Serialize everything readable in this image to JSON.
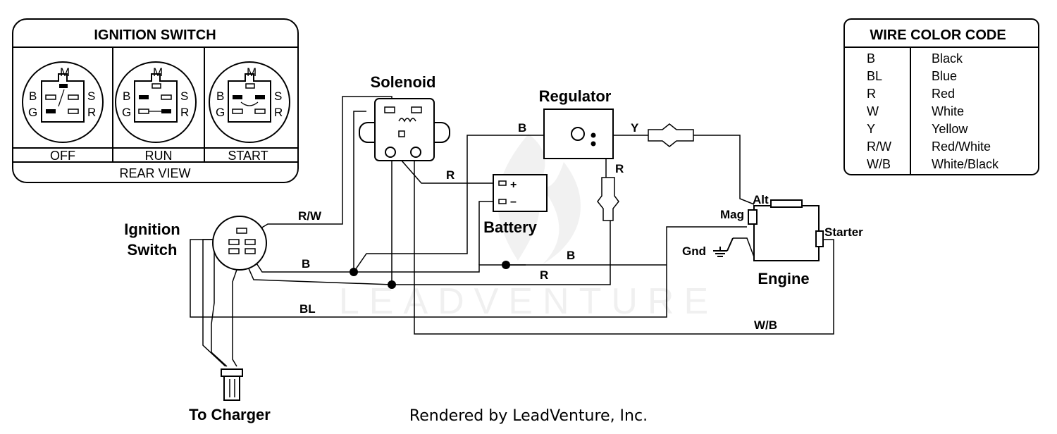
{
  "ignition_switch_panel": {
    "title": "IGNITION SWITCH",
    "footer": "REAR VIEW",
    "terminals": {
      "m": "M",
      "b": "B",
      "s": "S",
      "g": "G",
      "r": "R"
    },
    "positions": [
      {
        "label": "OFF"
      },
      {
        "label": "RUN"
      },
      {
        "label": "START"
      }
    ]
  },
  "wire_color_code": {
    "title": "WIRE COLOR CODE",
    "rows": [
      {
        "code": "B",
        "color": "Black"
      },
      {
        "code": "BL",
        "color": "Blue"
      },
      {
        "code": "R",
        "color": "Red"
      },
      {
        "code": "W",
        "color": "White"
      },
      {
        "code": "Y",
        "color": "Yellow"
      },
      {
        "code": "R/W",
        "color": "Red/White"
      },
      {
        "code": "W/B",
        "color": "White/Black"
      }
    ]
  },
  "components": {
    "solenoid": "Solenoid",
    "regulator": "Regulator",
    "battery": "Battery",
    "battery_pos": "+",
    "battery_neg": "–",
    "ignition_switch_line1": "Ignition",
    "ignition_switch_line2": "Switch",
    "engine": "Engine",
    "alt": "Alt",
    "mag": "Mag",
    "starter": "Starter",
    "gnd": "Gnd",
    "to_charger": "To Charger"
  },
  "wire_labels": {
    "rw": "R/W",
    "b_switch": "B",
    "bl": "BL",
    "r_solenoid": "R",
    "b_regulator": "B",
    "y": "Y",
    "r_regulator": "R",
    "b_ground": "B",
    "r_long": "R",
    "wb": "W/B"
  },
  "watermark": "LEADVENTURE",
  "footer": "Rendered by LeadVenture, Inc."
}
